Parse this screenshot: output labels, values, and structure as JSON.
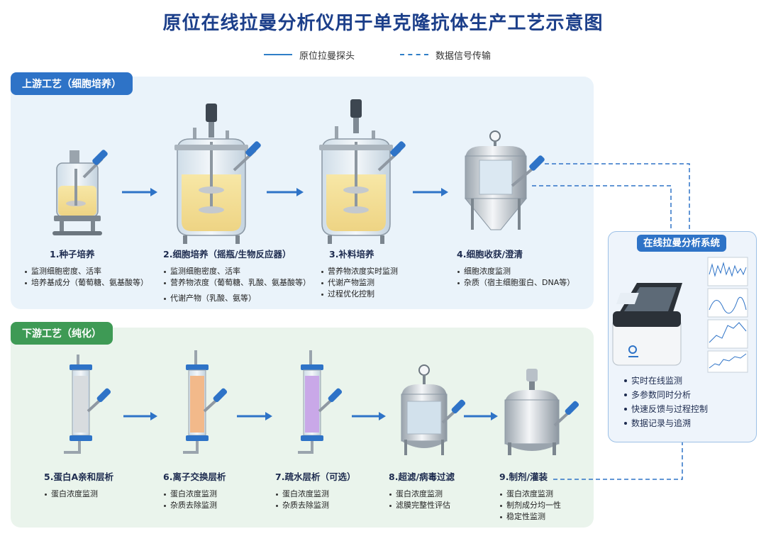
{
  "title": "原位在线拉曼分析仪用于单克隆抗体生产工艺示意图",
  "legend": {
    "probe": "原位拉曼探头",
    "signal": "数据信号传输"
  },
  "colors": {
    "accent": "#2e73c7",
    "upstream_bg": "#eaf3fa",
    "downstream_bg": "#eaf4ec",
    "downstream_tag": "#3e9a55"
  },
  "upstream": {
    "label": "上游工艺（细胞培养）",
    "stages": [
      {
        "title": "1.种子培养",
        "items": [
          "监测细胞密度、活率",
          "培养基成分（葡萄糖、氨基酸等）"
        ]
      },
      {
        "title": "2.细胞培养（摇瓶/生物反应器）",
        "items": [
          "监测细胞密度、活率",
          "营养物浓度（葡萄糖、乳酸、氨基酸等）",
          "代谢产物（乳酸、氨等）"
        ]
      },
      {
        "title": "3.补料培养",
        "items": [
          "营养物浓度实时监测",
          "代谢产物监测",
          "过程优化控制"
        ]
      },
      {
        "title": "4.细胞收获/澄清",
        "items": [
          "细胞浓度监测",
          "杂质（宿主细胞蛋白、DNA等）"
        ]
      }
    ]
  },
  "downstream": {
    "label": "下游工艺（纯化）",
    "stages": [
      {
        "title": "5.蛋白A亲和层析",
        "items": [
          "蛋白浓度监测"
        ]
      },
      {
        "title": "6.离子交换层析",
        "items": [
          "蛋白浓度监测",
          "杂质去除监测"
        ]
      },
      {
        "title": "7.疏水层析（可选）",
        "items": [
          "蛋白浓度监测",
          "杂质去除监测"
        ]
      },
      {
        "title": "8.超滤/病毒过滤",
        "items": [
          "蛋白浓度监测",
          "滤膜完整性评估"
        ]
      },
      {
        "title": "9.制剂/灌装",
        "items": [
          "蛋白浓度监测",
          "制剂成分均一性",
          "稳定性监测"
        ]
      }
    ]
  },
  "system": {
    "title": "在线拉曼分析系统",
    "features": [
      "实时在线监测",
      "多参数同时分析",
      "快速反馈与过程控制",
      "数据记录与追溯"
    ]
  }
}
